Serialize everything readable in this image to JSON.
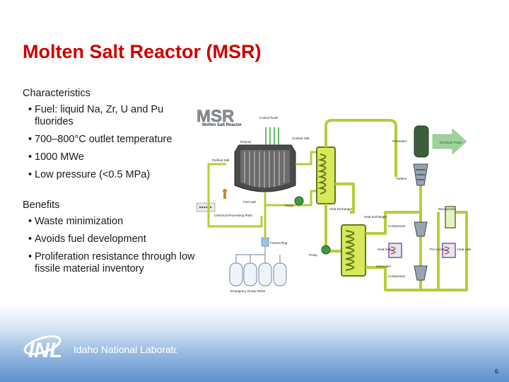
{
  "slide": {
    "title": "Molten Salt Reactor  (MSR)",
    "characteristics_heading": "Characteristics",
    "characteristics": [
      "Fuel:  liquid Na, Zr, U and Pu fluorides",
      "700–800°C outlet temperature",
      "1000 MWe",
      "Low pressure (<0.5 MPa)"
    ],
    "benefits_heading": "Benefits",
    "benefits": [
      "Waste minimization",
      "Avoids fuel development",
      "Proliferation resistance through low fissile material inventory"
    ],
    "page_number": "6"
  },
  "diagram": {
    "logo_text": "MSR",
    "logo_subtitle": "Molten Salt Reactor",
    "labels": {
      "control_rods": "Control Rods",
      "coolant_salt": "Coolant Salt",
      "reactor": "Reactor",
      "purified_salt": "Purified Salt",
      "fuel_salt": "Fuel Salt",
      "pump_top": "Pump",
      "heat_exchanger": "Heat Exchanger",
      "chemical_processing_plant": "Chemical Processing Plant",
      "freeze_plug": "Freeze Plug",
      "emergency_dump_tanks": "Emergency Dump Tanks",
      "generator": "Generator",
      "electrical_power": "Electrical Power",
      "turbine": "Turbine",
      "recuperator": "Recuperator",
      "heat_exchanger_2": "Heat Exchanger",
      "compressor_top": "Compressor",
      "heat_sink_left": "Heat Sink",
      "pre_cooler": "Pre Cooler",
      "heat_sink_right": "Heat Sink",
      "pump_bottom": "Pump",
      "intercooler": "Intercooler",
      "compressor_bottom": "Compressor"
    }
  },
  "footer": {
    "logo_letters": "INL",
    "logo_name": "Idaho National Laboratory"
  },
  "colors": {
    "title": "#cc0000",
    "loop_green": "#b8cc3a",
    "loop_dark": "#5e7a1e",
    "vessel": "#4a4a4a",
    "arrow_green": "#3e9b3e",
    "footer_blue": "#5d8fce"
  }
}
